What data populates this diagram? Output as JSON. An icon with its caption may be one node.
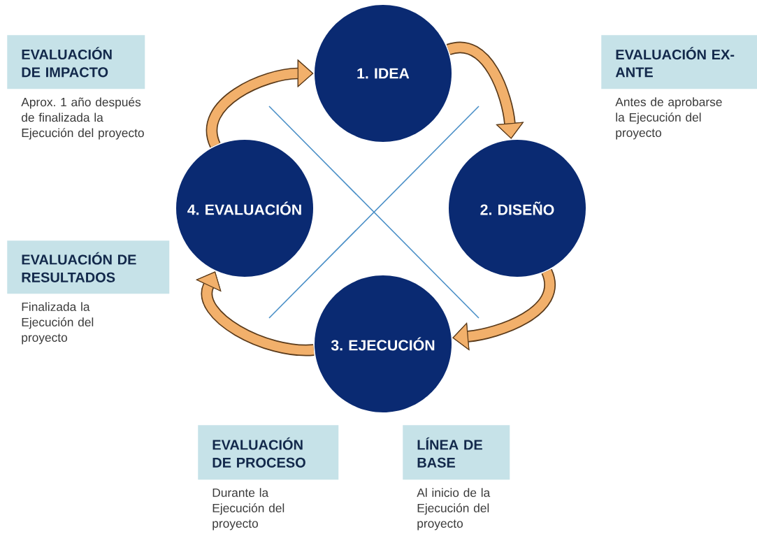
{
  "diagram": {
    "nodes": [
      {
        "text": [
          "1. IDEA"
        ]
      },
      {
        "text": [
          "2. DISEÑO"
        ]
      },
      {
        "text": [
          "3. EJECUCIÓN"
        ]
      },
      {
        "text": [
          "4. EVALUACIÓN"
        ]
      },
      {
        "text": [
          "EVALUACIÓN DE IMPACTO"
        ],
        "beside": [
          "Aprox. 1 año después de finalizada la Ejecución del proyecto"
        ]
      },
      {
        "text": [
          "EVALUACIÓN EX-ANTE"
        ],
        "beside": [
          "Antes de aprobarse la Ejecución del proyecto"
        ]
      },
      {
        "text": [
          "EVALUACIÓN DE RESULTADOS"
        ],
        "beside": [
          "Finalizada la Ejecución del proyecto"
        ]
      },
      {
        "text": [
          "EVALUACIÓN DE PROCESO"
        ],
        "beside": [
          "Durante la Ejecución del proyecto"
        ]
      },
      {
        "text": [
          "LÍNEA DE BASE"
        ],
        "beside": [
          "Al inicio de la Ejecución del proyecto"
        ]
      }
    ],
    "edges": [
      {
        "from": 0,
        "to": 1,
        "arrow": "to"
      },
      {
        "from": 1,
        "to": 2,
        "arrow": "to"
      },
      {
        "from": 2,
        "to": 3,
        "arrow": "to"
      },
      {
        "from": 3,
        "to": 0,
        "arrow": "to"
      }
    ]
  }
}
